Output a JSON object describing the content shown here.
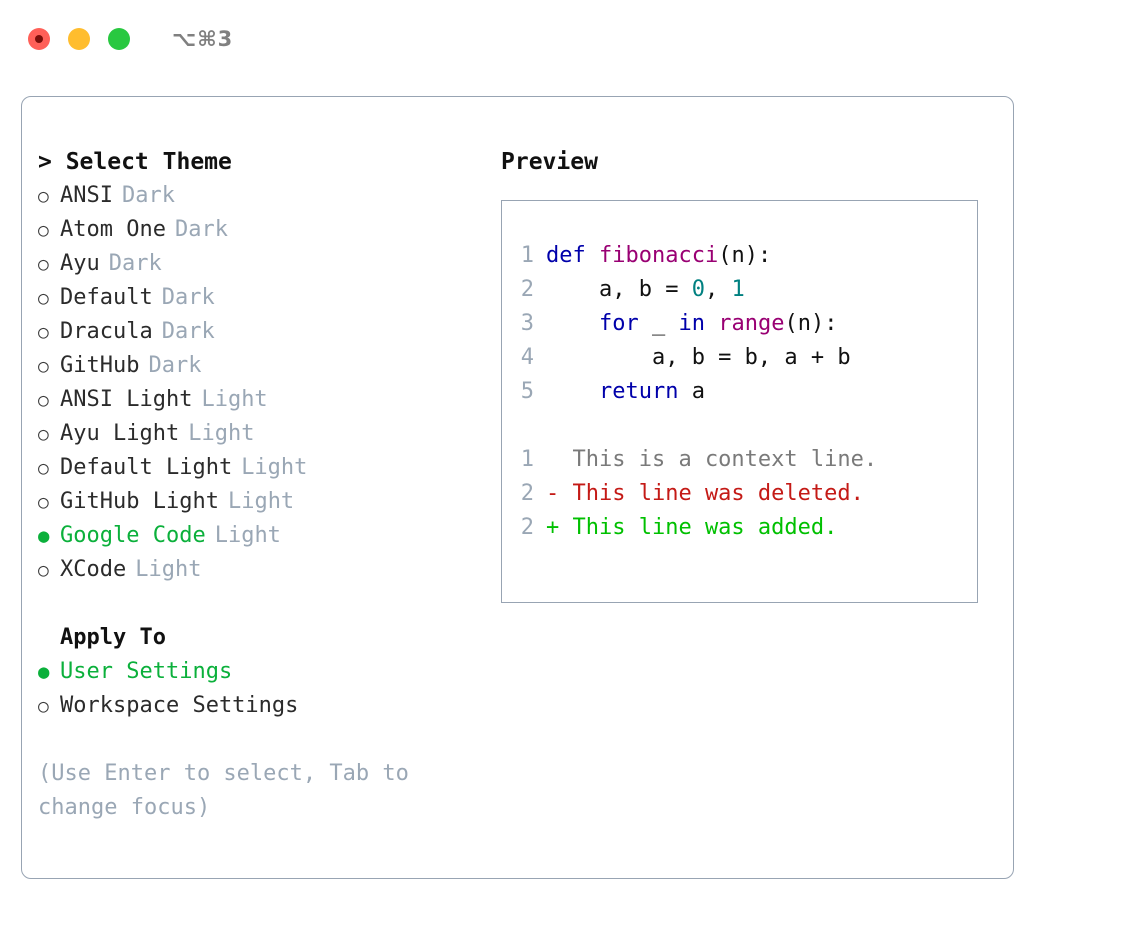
{
  "titlebar": {
    "shortcut": "⌥⌘3",
    "buttons": [
      {
        "name": "close",
        "color": "#ff6058"
      },
      {
        "name": "minimize",
        "color": "#ffbd2e"
      },
      {
        "name": "maximize",
        "color": "#28c840"
      }
    ]
  },
  "theme_list": {
    "heading": "> Select Theme",
    "selected_marker": "●",
    "unselected_marker": "○",
    "items": [
      {
        "label": "ANSI",
        "tag": "Dark",
        "selected": false
      },
      {
        "label": "Atom One",
        "tag": "Dark",
        "selected": false
      },
      {
        "label": "Ayu",
        "tag": "Dark",
        "selected": false
      },
      {
        "label": "Default",
        "tag": "Dark",
        "selected": false
      },
      {
        "label": "Dracula",
        "tag": "Dark",
        "selected": false
      },
      {
        "label": "GitHub",
        "tag": "Dark",
        "selected": false
      },
      {
        "label": "ANSI Light",
        "tag": "Light",
        "selected": false
      },
      {
        "label": "Ayu Light",
        "tag": "Light",
        "selected": false
      },
      {
        "label": "Default Light",
        "tag": "Light",
        "selected": false
      },
      {
        "label": "GitHub Light",
        "tag": "Light",
        "selected": false
      },
      {
        "label": "Google Code",
        "tag": "Light",
        "selected": true
      },
      {
        "label": "XCode",
        "tag": "Light",
        "selected": false
      }
    ]
  },
  "apply_to": {
    "heading": "Apply To",
    "options": [
      {
        "label": "User Settings",
        "selected": true
      },
      {
        "label": "Workspace Settings",
        "selected": false
      }
    ]
  },
  "hint": "(Use Enter to select, Tab to change focus)",
  "preview": {
    "heading": "Preview",
    "code_lines": [
      {
        "lineno": "1",
        "tokens": [
          {
            "t": "def ",
            "c": "kw"
          },
          {
            "t": "fibonacci",
            "c": "fn"
          },
          {
            "t": "(n):",
            "c": "plain"
          }
        ]
      },
      {
        "lineno": "2",
        "tokens": [
          {
            "t": "    a, b = ",
            "c": "plain"
          },
          {
            "t": "0",
            "c": "num"
          },
          {
            "t": ", ",
            "c": "plain"
          },
          {
            "t": "1",
            "c": "num"
          }
        ]
      },
      {
        "lineno": "3",
        "tokens": [
          {
            "t": "    ",
            "c": "plain"
          },
          {
            "t": "for",
            "c": "kw"
          },
          {
            "t": " _ ",
            "c": "plain"
          },
          {
            "t": "in",
            "c": "kw"
          },
          {
            "t": " ",
            "c": "plain"
          },
          {
            "t": "range",
            "c": "fn"
          },
          {
            "t": "(n):",
            "c": "plain"
          }
        ]
      },
      {
        "lineno": "4",
        "tokens": [
          {
            "t": "        a, b = b, a + b",
            "c": "plain"
          }
        ]
      },
      {
        "lineno": "5",
        "tokens": [
          {
            "t": "    ",
            "c": "plain"
          },
          {
            "t": "return",
            "c": "kw"
          },
          {
            "t": " a",
            "c": "plain"
          }
        ]
      }
    ],
    "diff_lines": [
      {
        "lineno": "1",
        "text": "  This is a context line.",
        "kind": "context"
      },
      {
        "lineno": "2",
        "text": "- This line was deleted.",
        "kind": "del"
      },
      {
        "lineno": "2",
        "text": "+ This line was added.",
        "kind": "add"
      }
    ]
  },
  "colors": {
    "accent_green": "#0bb03b",
    "muted_gray": "#9aa7b5",
    "border": "#98a4b3",
    "keyword": "#0000aa",
    "function": "#990073",
    "number": "#008080",
    "diff_delete": "#c41a16",
    "diff_add": "#00c000"
  }
}
